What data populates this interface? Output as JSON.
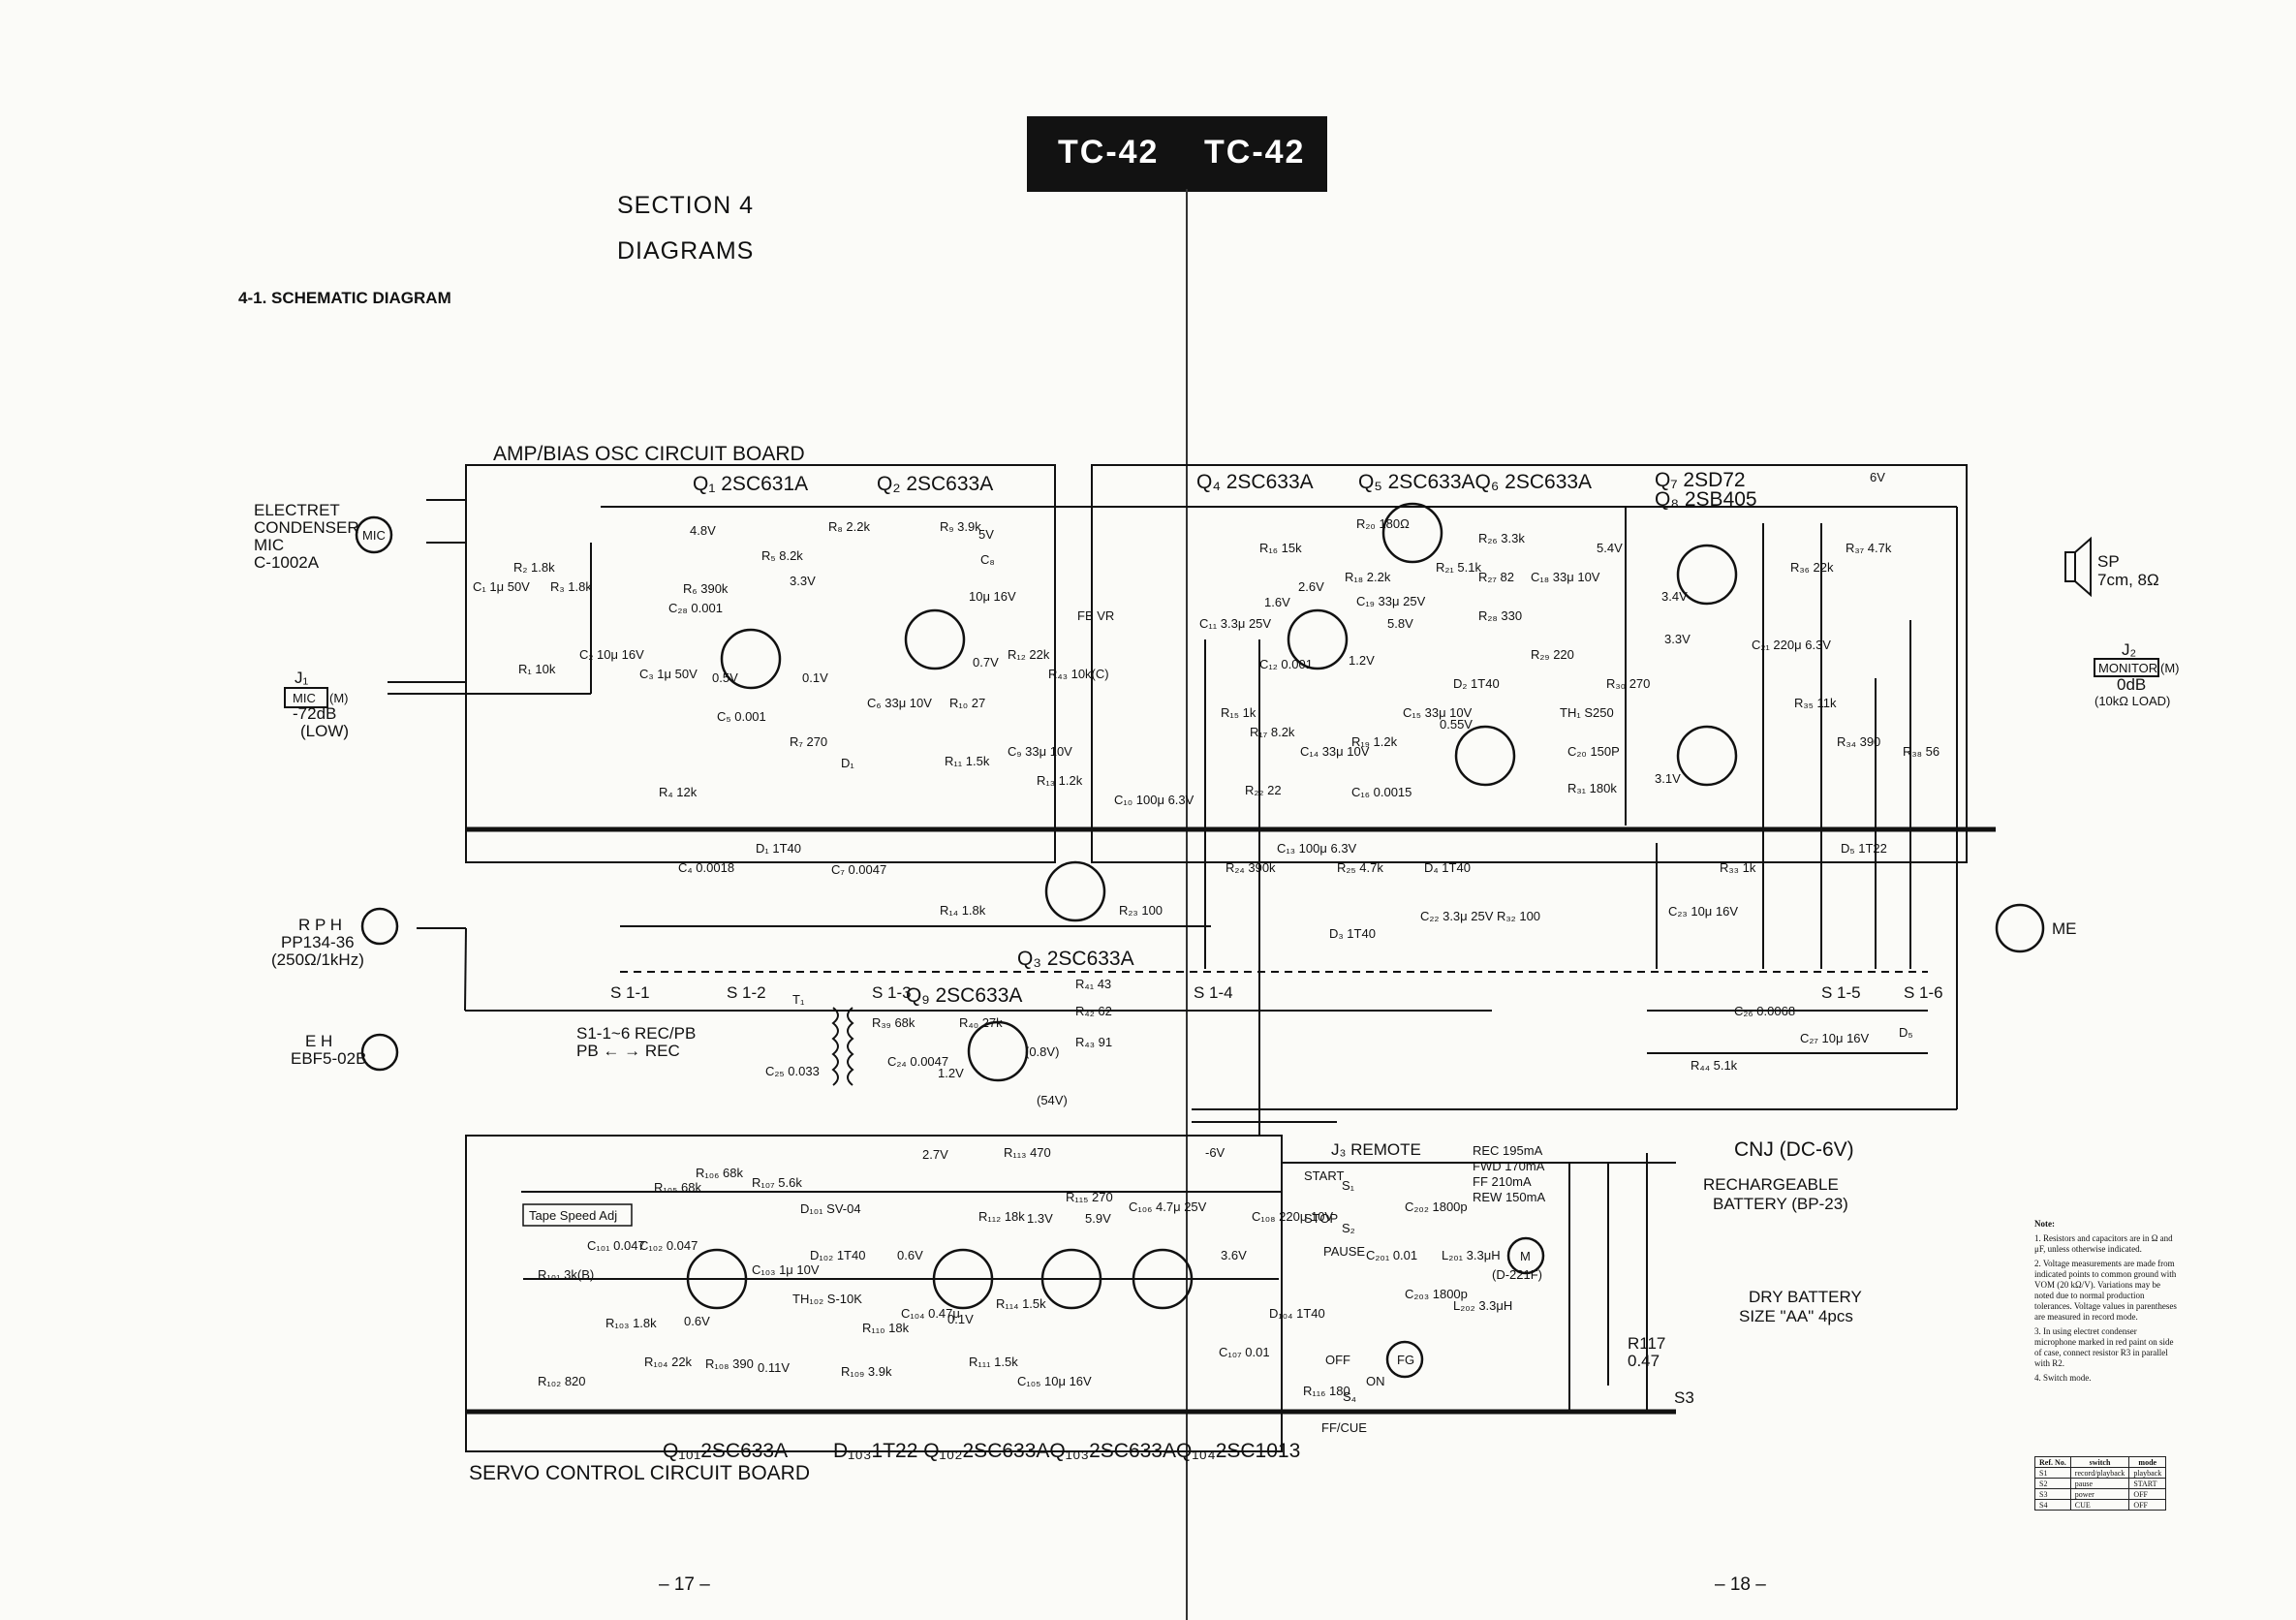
{
  "header": {
    "tab_left": "TC-42",
    "tab_right": "TC-42"
  },
  "section": {
    "line1": "SECTION 4",
    "line2": "DIAGRAMS",
    "subhead": "4-1.  SCHEMATIC DIAGRAM"
  },
  "boards": {
    "amp": "AMP/BIAS OSC CIRCUIT BOARD",
    "servo": "SERVO CONTROL CIRCUIT BOARD"
  },
  "transistors": {
    "q1": "Q₁ 2SC631A",
    "q2": "Q₂ 2SC633A",
    "q3": "Q₃ 2SC633A",
    "q4": "Q₄  2SC633A",
    "q5q6": "Q₅ 2SC633AQ₆ 2SC633A",
    "q7": "Q₇ 2SD72",
    "q8": "Q₈ 2SB405",
    "q9": "Q₉ 2SC633A",
    "q101": "Q₁₀₁2SC633A",
    "servo_bottom": "D₁₀₃1T22 Q₁₀₂2SC633AQ₁₀₃2SC633AQ₁₀₄2SC1013"
  },
  "left_side": {
    "mic_block": "ELECTRET\nCONDENSER\nMIC\nC-1002A",
    "mic_badge": "MIC",
    "j1": "J₁",
    "j1_box": "MIC",
    "j1_m": "(M)",
    "j1_db": "-72dB",
    "j1_low": "(LOW)",
    "rph": "R P H",
    "rph_part": "PP134-36",
    "rph_spec": "(250Ω/1kHz)",
    "eh": "E H",
    "eh_part": "EBF5-02B",
    "switch_note": "S1-1~6  REC/PB",
    "switch_note2": "PB ← → REC",
    "tape_speed": "Tape Speed Adj"
  },
  "right_side": {
    "sp": "SP",
    "sp_spec": "7cm, 8Ω",
    "j2": "J₂",
    "monitor": "MONITOR",
    "j2_m": "(M)",
    "j2_db": "0dB",
    "j2_load": "(10kΩ LOAD)",
    "me": "ME",
    "cnj": "CNJ (DC-6V)",
    "rechargeable": "RECHARGEABLE",
    "battery": "BATTERY (BP-23)",
    "dry": "DRY  BATTERY",
    "dry_size": "SIZE \"AA\" 4pcs",
    "r117": "R117",
    "r117_val": "0.47",
    "s3": "S3",
    "remote": "J₃  REMOTE",
    "rec_ma": "REC 195mA",
    "fwd_ma": "FWD 170mA",
    "ff_ma": "FF 210mA",
    "rew_ma": "REW 150mA",
    "start": "START",
    "stop": "STOP",
    "pause": "PAUSE",
    "ffcue": "FF/CUE",
    "off": "OFF",
    "on": "ON",
    "fg": "FG",
    "motor": "M"
  },
  "components": [
    "R₈ 2.2k",
    "R₅ 8.2k",
    "R₉ 3.9k",
    "C₈",
    "10μ 16V",
    "R₆ 390k",
    "C₂₈ 0.001",
    "C₃ 1μ 50V",
    "C₅ 0.001",
    "R₇ 270",
    "D₁",
    "C₆ 33μ 10V",
    "R₁₀ 27",
    "R₁₂ 22k",
    "R₁₁ 1.5k",
    "C₉ 33μ 10V",
    "R₁₃ 1.2k",
    "R₄₃ 10k(C)",
    "FB VR",
    "R₁ 10k",
    "C₁ 1μ 50V",
    "R₂ 1.8k",
    "R₃ 1.8k",
    "C₂ 10μ 16V",
    "R₄ 12k",
    "C₄ 0.0018",
    "D₁ 1T40",
    "C₇ 0.0047",
    "R₁₄ 1.8k",
    "R₂₃ 100",
    "C₁₀ 100μ 6.3V",
    "R₁₆ 15k",
    "C₁₁ 3.3μ 25V",
    "C₁₂ 0.001",
    "R₁₅ 1k",
    "R₁₇ 8.2k",
    "R₂₂ 22",
    "C₁₃ 100μ 6.3V",
    "R₂₄ 390k",
    "R₁₈ 2.2k",
    "C₁₄ 33μ 10V",
    "R₁₉ 1.2k",
    "C₁₆ 0.0015",
    "R₂₅ 4.7k",
    "D₃ 1T40",
    "C₂₂ 3.3μ 25V",
    "R₃₂ 100",
    "D₄ 1T40",
    "R₂₀ 180Ω",
    "C₁₉ 33μ 25V",
    "C₁₅ 33μ 10V",
    "R₂₁ 5.1k",
    "R₂₆ 3.3k",
    "R₂₇ 82",
    "R₂₈ 330",
    "D₂ 1T40",
    "C₁₈ 33μ 10V",
    "R₂₉ 220",
    "TH₁ S250",
    "R₃₀ 270",
    "C₂₀ 150P",
    "R₃₁ 180k",
    "R₃₃ 1k",
    "C₂₃ 10μ 16V",
    "R₃₆ 22k",
    "R₃₇ 4.7k",
    "C₂₁ 220μ 6.3V",
    "R₃₅ 11k",
    "R₃₄ 390",
    "R₃₈ 56",
    "D₅ 1T22",
    "C₂₆ 0.0068",
    "C₂₇ 10μ 16V",
    "R₄₄ 5.1k",
    "D₅",
    "T₁",
    "C₂₅ 0.033",
    "R₃₉ 68k",
    "C₂₄ 0.0047",
    "R₄₀ 27k",
    "R₄₁ 43",
    "R₄₂ 62",
    "R₄₃ 91",
    "(0.8V)",
    "(54V)",
    "1.2V",
    "R₁₀₅ 68k",
    "R₁₀₆ 68k",
    "R₁₀₇ 5.6k",
    "C₁₀₁ 0.047",
    "C₁₀₂ 0.047",
    "C₁₀₃ 1μ 10V",
    "R₁₀₁ 3k(B)",
    "R₁₀₂ 820",
    "R₁₀₃ 1.8k",
    "R₁₀₄ 22k",
    "R₁₀₈ 390",
    "D₁₀₁ SV-04",
    "D₁₀₂ 1T40",
    "TH₁₀₂ S-10K",
    "R₁₀₉ 3.9k",
    "R₁₁₀ 18k",
    "C₁₀₄ 0.47μ",
    "R₁₁₃ 470",
    "R₁₁₂ 18k",
    "R₁₁₁ 1.5k",
    "R₁₁₄ 1.5k",
    "C₁₀₅ 10μ 16V",
    "R₁₁₅ 270",
    "C₁₀₆ 4.7μ 25V",
    "C₁₀₇ 0.01",
    "C₁₀₈ 220μ 10V",
    "D₁₀₄ 1T40",
    "R₁₁₆ 180",
    "C₂₀₁ 0.01",
    "C₂₀₂ 1800p",
    "L₂₀₁ 3.3μH",
    "L₂₀₂ 3.3μH",
    "C₂₀₃ 1800p",
    "(D-221F)",
    "S₁",
    "S₂",
    "S₄"
  ],
  "voltages": [
    "4.8V",
    "3.3V",
    "5V",
    "0.5V",
    "0.1V",
    "0.7V",
    "1.6V",
    "2.6V",
    "1.2V",
    "6V",
    "5.8V",
    "5.4V",
    "3.4V",
    "3.3V",
    "0.55V",
    "3.1V",
    "2.7V",
    "-6V",
    "0.6V",
    "0.1V",
    "1.3V",
    "5.9V",
    "3.6V",
    "0.11V",
    "0.6V"
  ],
  "switches": [
    "S 1-1",
    "S 1-2",
    "S 1-3",
    "S 1-4",
    "S 1-5",
    "S 1-6"
  ],
  "notes": {
    "title": "Note:",
    "items": [
      "1. Resistors and capacitors are in Ω and μF, unless otherwise indicated.",
      "2. Voltage measurements are made from indicated points to common ground with VOM (20 kΩ/V). Variations may be noted due to normal production tolerances. Voltage values in parentheses are measured in record mode.",
      "3. In using electret condenser microphone marked in red paint on side of case, connect resistor R3 in parallel with R2.",
      "4. Switch mode."
    ]
  },
  "mode_table": {
    "headers": [
      "Ref. No.",
      "switch",
      "mode"
    ],
    "rows": [
      [
        "S1",
        "record/playback",
        "playback"
      ],
      [
        "S2",
        "pause",
        "START"
      ],
      [
        "S3",
        "power",
        "OFF"
      ],
      [
        "S4",
        "CUE",
        "OFF"
      ]
    ]
  },
  "pages": {
    "left": "– 17 –",
    "right": "– 18 –"
  }
}
